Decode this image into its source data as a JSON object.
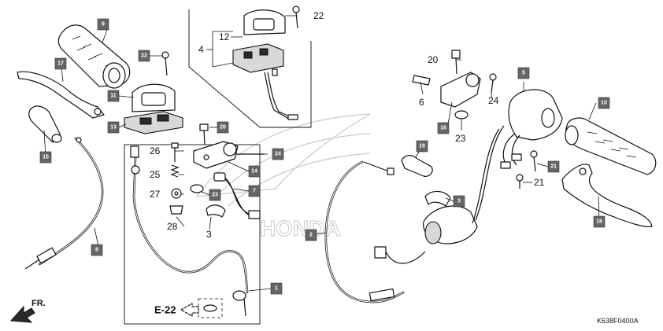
{
  "diagram": {
    "callouts": {
      "c1": "1",
      "c2": "2",
      "c3": "3",
      "c7": "7",
      "c8": "8",
      "c9": "9",
      "c10": "10",
      "c11": "11",
      "c13": "13",
      "c14": "14",
      "c15": "15",
      "c16": "16",
      "c17": "17",
      "c18": "18",
      "c19": "19",
      "c20a": "20",
      "c21": "21",
      "c22": "22",
      "c23a": "23",
      "c24": "24",
      "c5": "5"
    },
    "labels": {
      "l22": "22",
      "l12": "12",
      "l4": "4",
      "l20": "20",
      "l6": "6",
      "l24": "24",
      "l23": "23",
      "l26": "26",
      "l25": "25",
      "l27": "27",
      "l28": "28",
      "l3": "3",
      "l21": "21"
    },
    "reference": "E-22",
    "front_marker": "FR.",
    "diagram_code": "K638F0400A",
    "watermark_brand": "HONDA"
  }
}
